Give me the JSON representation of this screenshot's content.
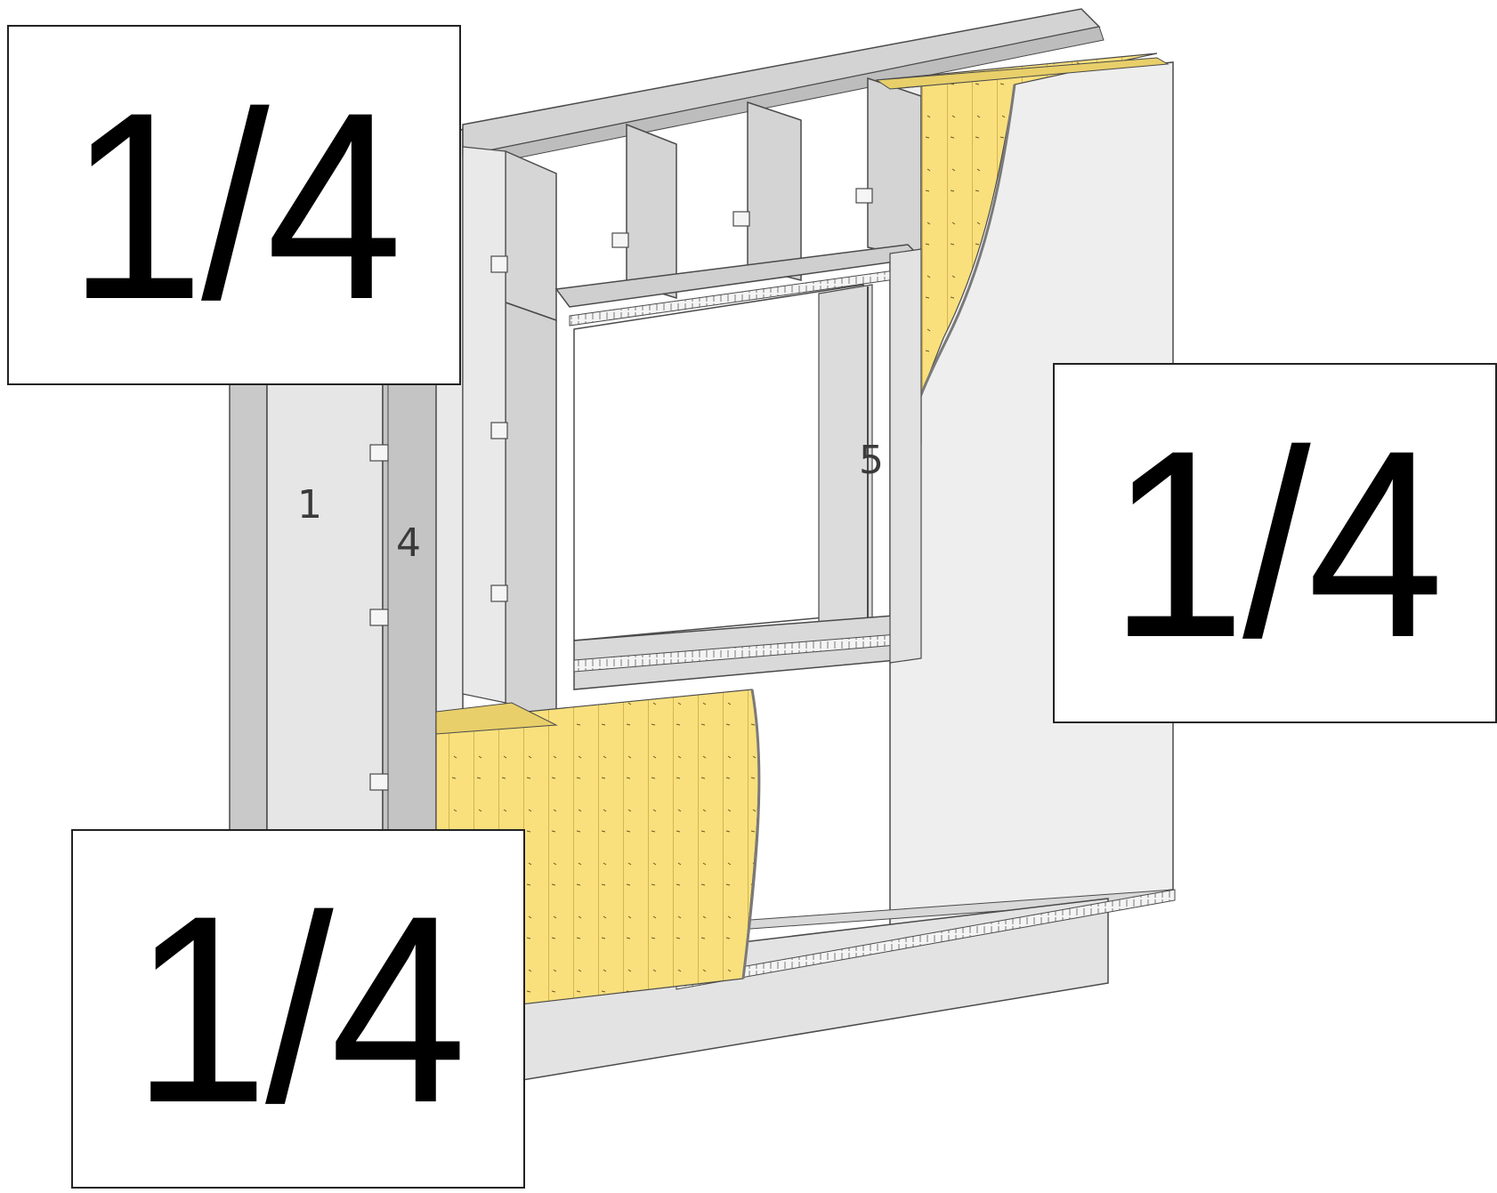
{
  "diagram": {
    "callouts": [
      {
        "id": "top-left",
        "text": "1/4"
      },
      {
        "id": "right",
        "text": "1/4"
      },
      {
        "id": "bottom-left",
        "text": "1/4"
      }
    ],
    "part_labels": [
      "1",
      "4",
      "5"
    ],
    "colors": {
      "stud_steel": "#c9c9c9",
      "stud_steel_dark": "#aeaeae",
      "stud_steel_light": "#dedede",
      "board_face": "#eeeeee",
      "board_edge": "#bdbdbd",
      "insulation": "#f9e07d",
      "insulation_dark": "#d9b94c",
      "outline": "#4a4a4a"
    }
  }
}
